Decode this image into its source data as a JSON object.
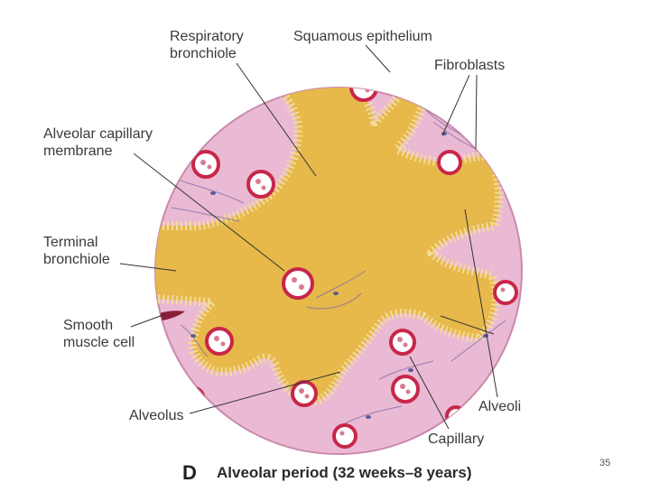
{
  "labels": {
    "respiratory_bronchiole": [
      "Respiratory",
      "bronchiole"
    ],
    "squamous_epithelium": "Squamous epithelium",
    "fibroblasts": "Fibroblasts",
    "alveolar_capillary_membrane": [
      "Alveolar capillary",
      "membrane"
    ],
    "terminal_bronchiole": [
      "Terminal",
      "bronchiole"
    ],
    "smooth_muscle_cell": [
      "Smooth",
      "muscle cell"
    ],
    "alveolus": "Alveolus",
    "alveoli": "Alveoli",
    "capillary": "Capillary"
  },
  "caption": {
    "letter": "D",
    "text": "Alveolar period (32 weeks–8 years)"
  },
  "page_number": "35",
  "colors": {
    "tissue_pink": "#eab9d3",
    "lumen_yellow": "#e7b84a",
    "epithelium_border": "#f3dc9a",
    "capillary_red": "#c8264a",
    "fibroblast_blue": "#6f6fa6"
  }
}
